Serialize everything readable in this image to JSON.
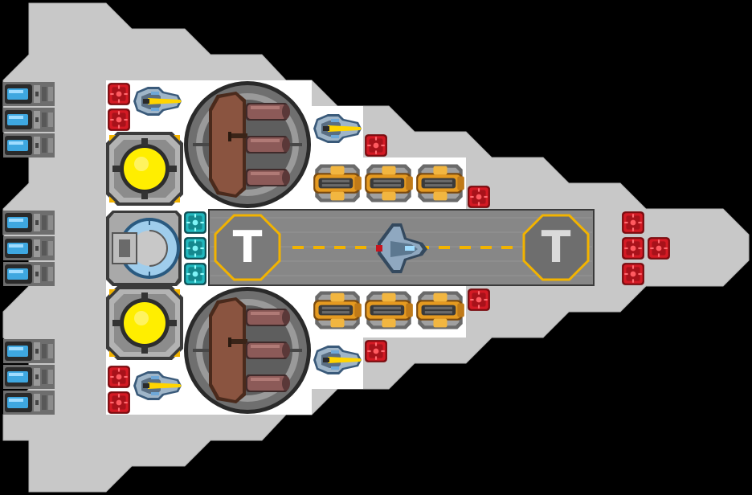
{
  "scene": {
    "name": "ship-layout-editor",
    "background_color": "#000000",
    "hull_color": "#c8c8c8",
    "interior_color": "#ffffff"
  },
  "hangar": {
    "runway_color": "#878787",
    "stripe_color": "#f2b300",
    "pad_left_label": "T",
    "pad_right_label": "T"
  },
  "palette": {
    "red_module": "#c8141e",
    "teal_module": "#1fb3b8",
    "reactor_core": "#ffee00",
    "turret_hull": "#7a4a36",
    "barrel": "#8a5a56",
    "missile_gold": "#e59a20",
    "thruster_blue": "#3ea7e0"
  },
  "icons": {
    "thruster": "thruster-icon",
    "reactor": "reactor-icon",
    "turret": "heavy-turret-icon",
    "missile": "missile-launcher-icon",
    "laser": "laser-cannon-icon",
    "red_module": "red-module-icon",
    "teal_module": "teal-module-icon",
    "fighter": "fighter-craft-icon",
    "bridge": "bridge-icon"
  }
}
